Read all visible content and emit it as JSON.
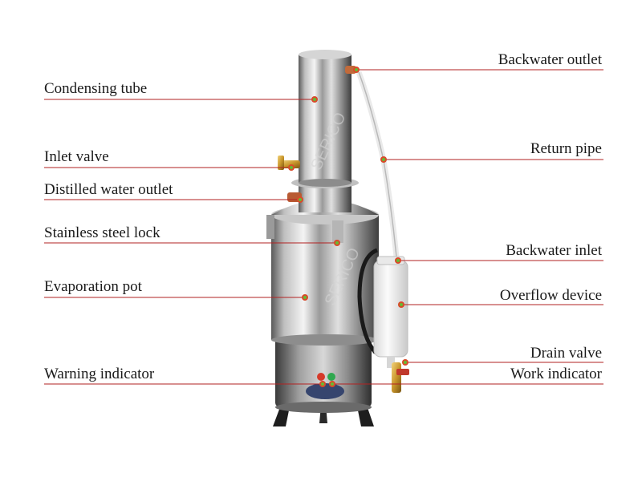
{
  "colors": {
    "leader_line": "#b22222",
    "dot_outer": "#d94a2a",
    "dot_inner": "#66bb33"
  },
  "watermark": "SERICO",
  "labels": {
    "left": [
      {
        "id": "condensing-tube",
        "text": "Condensing tube"
      },
      {
        "id": "inlet-valve",
        "text": "Inlet valve"
      },
      {
        "id": "distilled-water-outlet",
        "text": "Distilled water outlet"
      },
      {
        "id": "stainless-steel-lock",
        "text": "Stainless steel lock"
      },
      {
        "id": "evaporation-pot",
        "text": "Evaporation pot"
      },
      {
        "id": "warning-indicator",
        "text": "Warning indicator"
      }
    ],
    "right": [
      {
        "id": "backwater-outlet",
        "text": "Backwater outlet"
      },
      {
        "id": "return-pipe",
        "text": "Return pipe"
      },
      {
        "id": "backwater-inlet",
        "text": "Backwater inlet"
      },
      {
        "id": "overflow-device",
        "text": "Overflow device"
      },
      {
        "id": "drain-valve",
        "text": "Drain valve"
      },
      {
        "id": "work-indicator",
        "text": "Work indicator"
      }
    ]
  }
}
